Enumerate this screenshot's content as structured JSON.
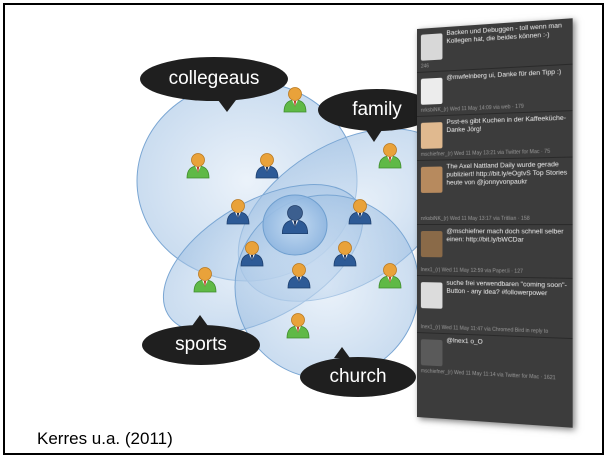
{
  "labels": {
    "colleagues": "collegeaus",
    "family": "family",
    "sports": "sports",
    "church": "church"
  },
  "citation": "Kerres u.a. (2011)",
  "colors": {
    "circle_fill": "#b9d3ec",
    "circle_stroke": "#6f9fcf",
    "bubble": "#1f1f1f",
    "panel": "#3c3c3c",
    "person_green": "#5fb946",
    "person_blue": "#2d5a96",
    "person_head": "#e9a23a"
  },
  "feed": {
    "tweets": [
      {
        "text": "Backen und Debuggen - toll wenn man Kollegen hat, die beides können :-)",
        "meta": "246"
      },
      {
        "text": "@mwfelnberg ui, Danke für den Tipp :)",
        "meta": "nrksbiNK_(r) Wed 11 May 14:09 via web · 179"
      },
      {
        "text": "Psst-es gibt Kuchen in der Kaffeeküche- Danke Jörg!",
        "meta": "mschiefner_(r) Wed 11 May 13:21 via Twitter for Mac · 75"
      },
      {
        "text": "The Axel Nattland Daily wurde gerade publiziert! http://bit.ly/eOgtvS Top Stories heute von @jonnyvonpaukr",
        "meta": "nrksbiNK_(r) Wed 11 May 13:17 via Tritlian · 158"
      },
      {
        "text": "@mschiefner mach doch schnell selber einen: http://bit.ly/bWCDar",
        "meta": "lnex1_(r) Wed 11 May 12:59 via Paper.li · 127"
      },
      {
        "text": "suche frei verwendbaren \"coming soon\"-Button - any idea? #followerpower",
        "meta": "lnex1_(r) Wed 11 May 11:47 via Chromed Bird in reply to"
      },
      {
        "text": "@lnex1 o_O",
        "meta": "mschiefner_(r) Wed 11 May 11:14 via Twitter for Mac · 1621"
      }
    ]
  }
}
